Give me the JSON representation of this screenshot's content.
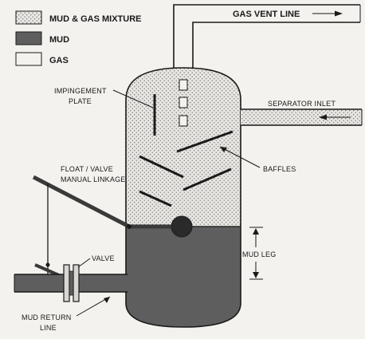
{
  "legend": [
    {
      "swatch": "dotted",
      "label": "MUD & GAS MIXTURE"
    },
    {
      "swatch": "dark",
      "label": "MUD"
    },
    {
      "swatch": "blank",
      "label": "GAS"
    }
  ],
  "labels": {
    "gas_vent_line": "GAS VENT LINE",
    "separator_inlet": "SEPARATOR INLET",
    "impingement_plate_line1": "IMPINGEMENT",
    "impingement_plate_line2": "PLATE",
    "baffles": "BAFFLES",
    "float_valve_line1": "FLOAT / VALVE",
    "float_valve_line2": "MANUAL LINKAGE",
    "valve": "VALVE",
    "mud_leg": "MUD LEG",
    "mud_return_line1": "MUD RETURN",
    "mud_return_line2": "LINE"
  },
  "colors": {
    "mud": "#5e5e5e",
    "mixture_bg": "#e8e6e2",
    "dots": "#6a6a6a",
    "ink": "#1a1a1a",
    "paper": "#f4f2ee"
  }
}
